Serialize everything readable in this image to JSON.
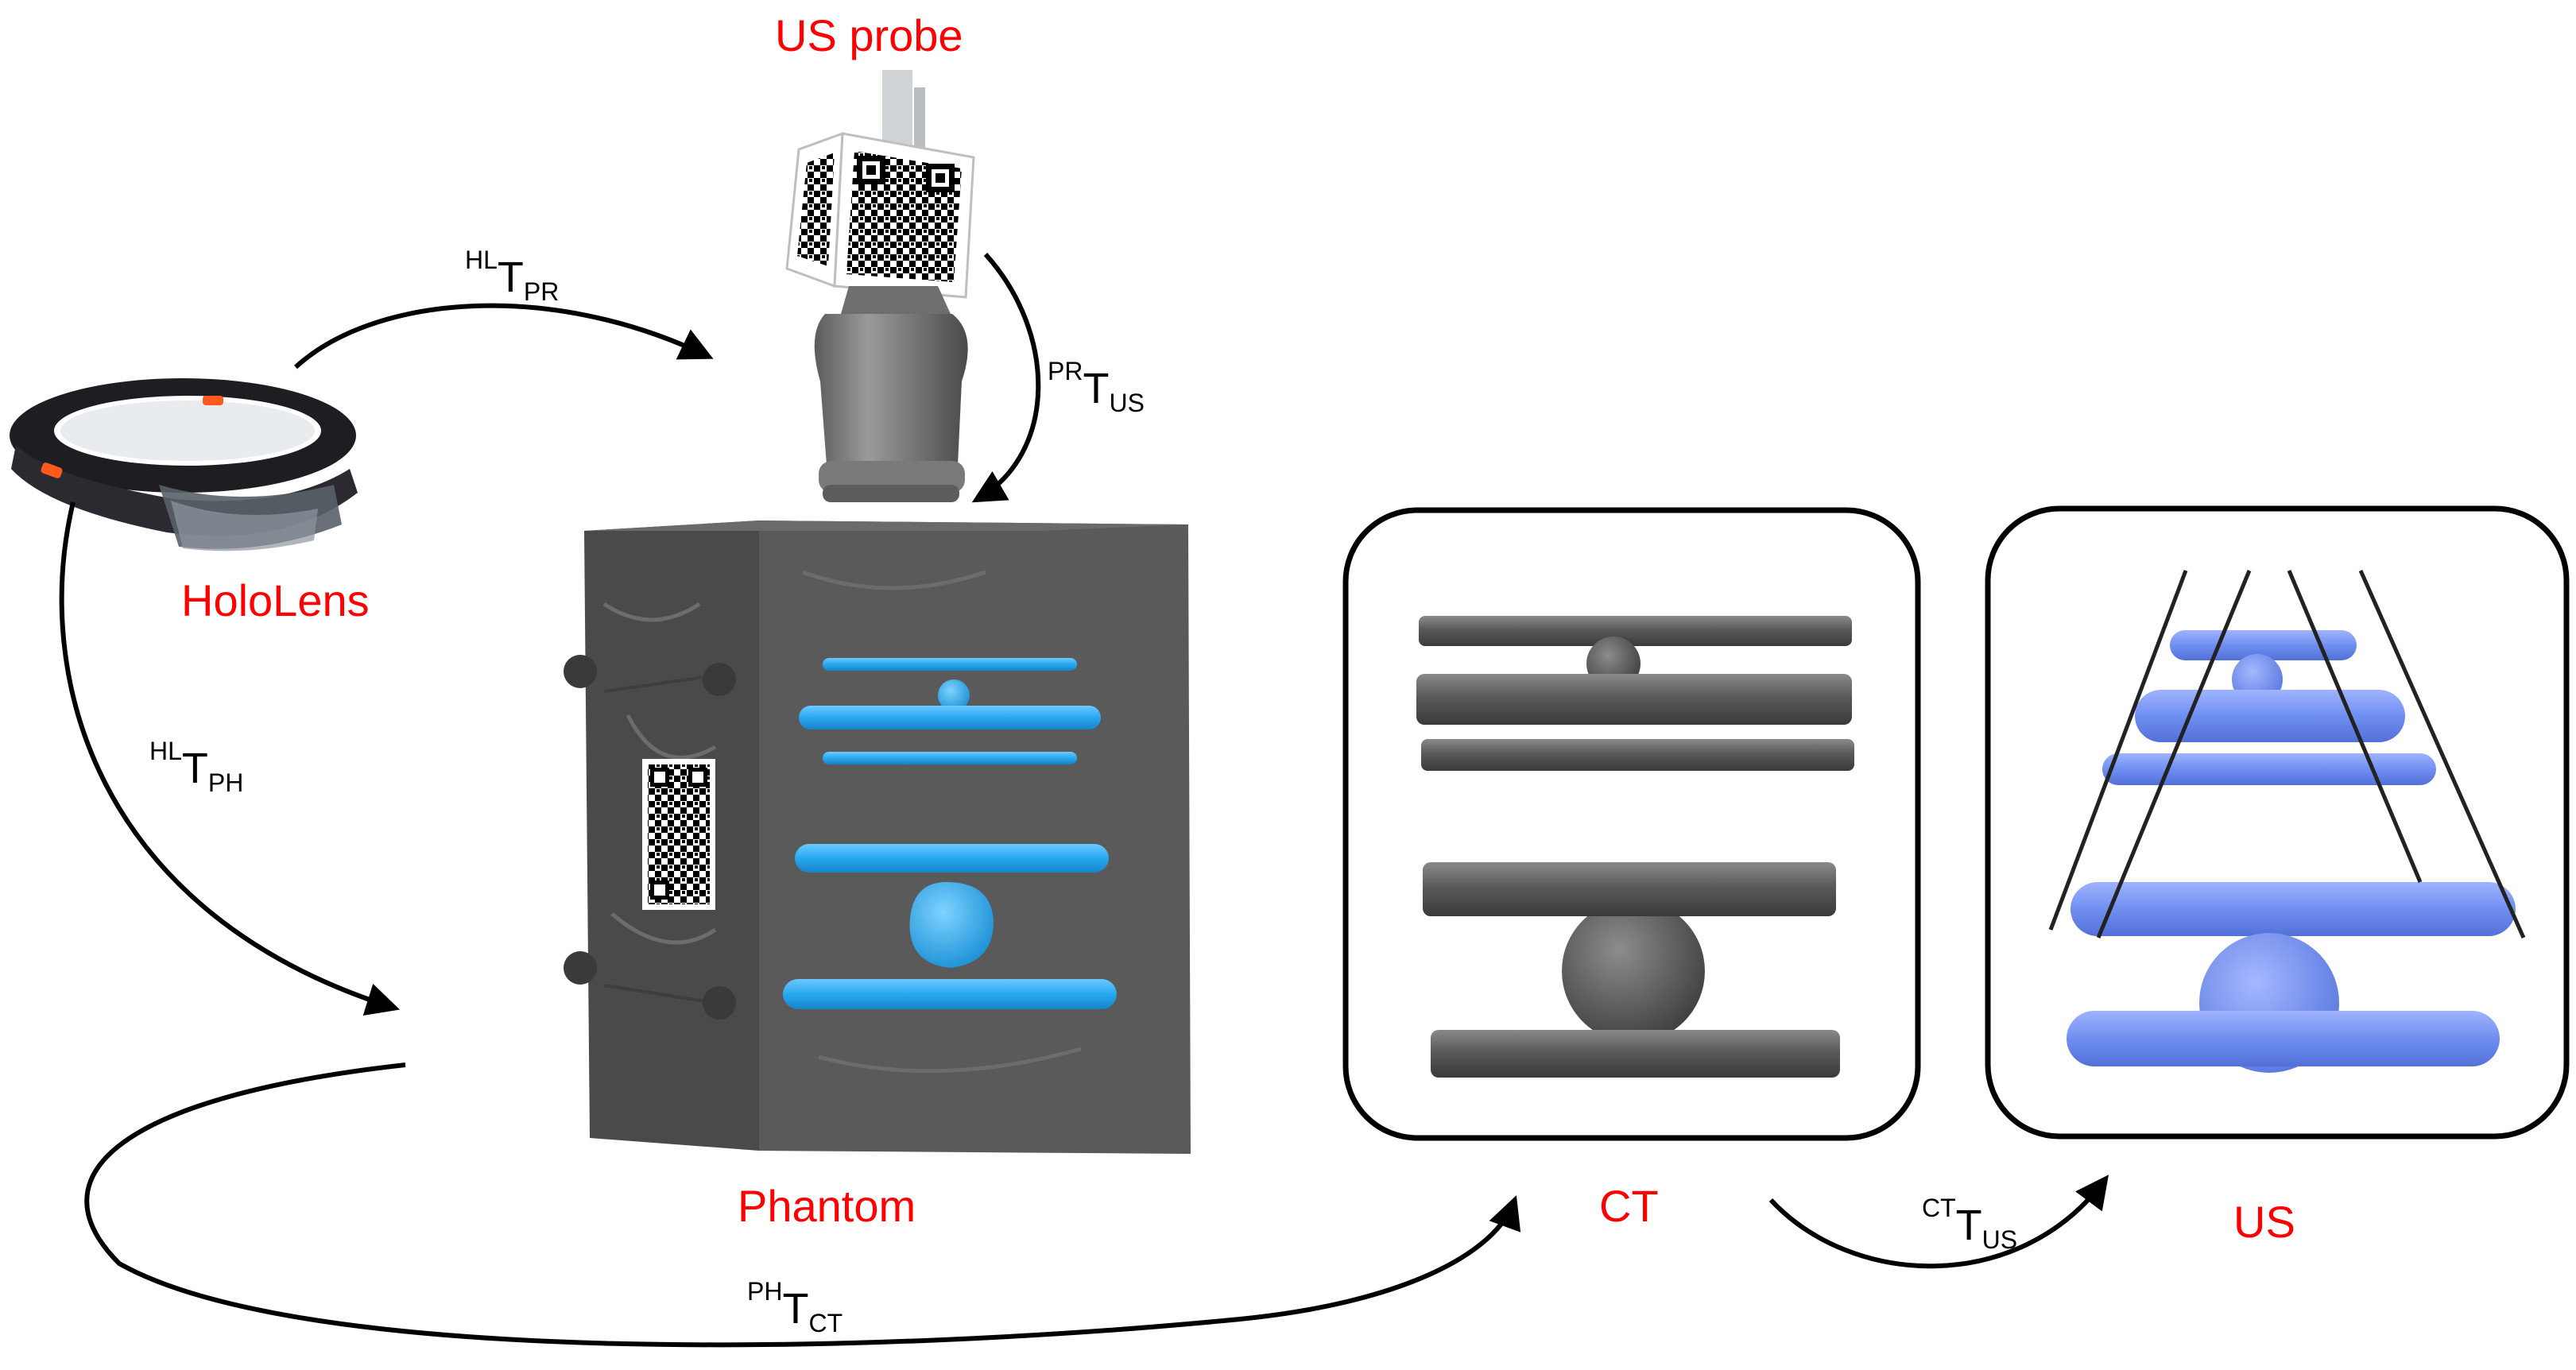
{
  "colors": {
    "label_red": "#ff0000",
    "phantom_gray": "#585858",
    "ct_gray": "#5e5e5e",
    "phantom_blue": "#29a8f0",
    "us_blue": "#6f8ff0",
    "arrow_black": "#000000"
  },
  "labels": {
    "us_probe": "US probe",
    "hololens": "HoloLens",
    "phantom": "Phantom",
    "ct": "CT",
    "us": "US"
  },
  "transforms": {
    "hl_pr": {
      "sup": "HL",
      "base": "T",
      "sub": "PR"
    },
    "pr_us": {
      "sup": "PR",
      "base": "T",
      "sub": "US"
    },
    "hl_ph": {
      "sup": "HL",
      "base": "T",
      "sub": "PH"
    },
    "ph_ct": {
      "sup": "PH",
      "base": "T",
      "sub": "CT"
    },
    "ct_us": {
      "sup": "CT",
      "base": "T",
      "sub": "US"
    }
  },
  "icons": [
    "hololens-headset-icon",
    "us-probe-icon",
    "qr-marker-icon",
    "phantom-block-icon",
    "ct-model-icon",
    "us-model-icon"
  ]
}
